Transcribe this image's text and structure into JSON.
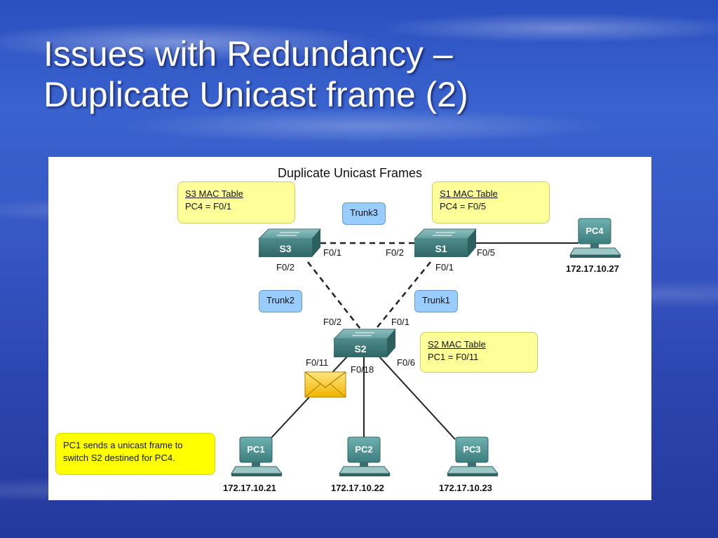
{
  "slide": {
    "title_line1": "Issues with Redundancy –",
    "title_line2": "Duplicate Unicast frame (2)"
  },
  "diagram": {
    "title": "Duplicate Unicast Frames",
    "switches": {
      "s3": "S3",
      "s1": "S1",
      "s2": "S2"
    },
    "pcs": {
      "pc1": "PC1",
      "pc2": "PC2",
      "pc3": "PC3",
      "pc4": "PC4"
    },
    "trunks": {
      "trunk1": "Trunk1",
      "trunk2": "Trunk2",
      "trunk3": "Trunk3"
    },
    "ports": {
      "s3_f01": "F0/1",
      "s3_f02": "F0/2",
      "s1_f02": "F0/2",
      "s1_f05": "F0/5",
      "s1_f01": "F0/1",
      "s2_f02": "F0/2",
      "s2_f01": "F0/1",
      "s2_f011": "F0/11",
      "s2_f018": "F0/18",
      "s2_f06": "F0/6"
    },
    "ips": {
      "pc1": "172.17.10.21",
      "pc2": "172.17.10.22",
      "pc3": "172.17.10.23",
      "pc4": "172.17.10.27"
    },
    "mac_tables": {
      "s3": {
        "heading": "S3 MAC Table",
        "entry": "PC4 = F0/1"
      },
      "s1": {
        "heading": "S1 MAC Table",
        "entry": "PC4 = F0/5"
      },
      "s2": {
        "heading": "S2 MAC Table",
        "entry": "PC1 = F0/11"
      }
    },
    "caption": {
      "line1": "PC1 sends a unicast frame to",
      "line2": "switch S2 destined for PC4."
    },
    "icons": [
      "switch-icon",
      "pc-icon",
      "envelope-icon"
    ],
    "colors": {
      "switch": "#4e8a8a",
      "pc": "#4a8f8f",
      "trunk_box": "#99ccff",
      "note": "#ffff99",
      "caption": "#ffff00",
      "envelope": "#f5c518"
    }
  }
}
